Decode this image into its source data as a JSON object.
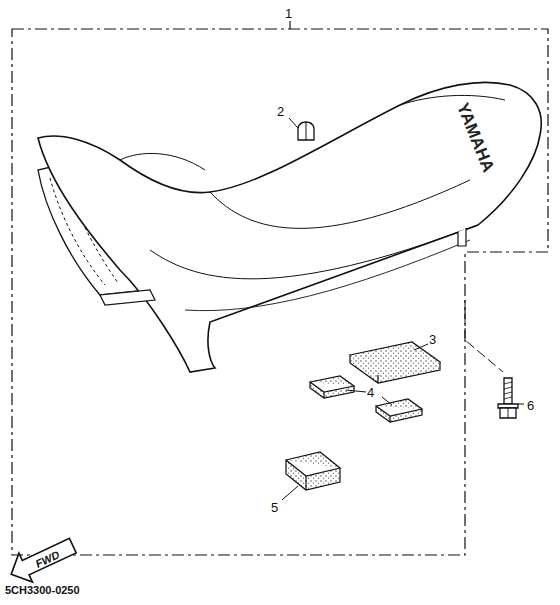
{
  "diagram": {
    "labels": [
      "1",
      "2",
      "YAMAHA",
      "3",
      "4",
      "5",
      "6",
      "FWD",
      "5CH3300-0250"
    ]
  }
}
